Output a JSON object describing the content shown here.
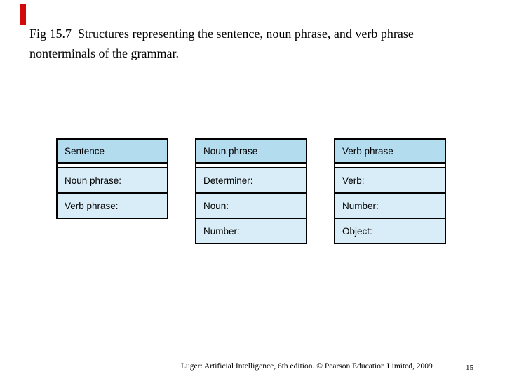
{
  "slide": {
    "accent_bar_color": "#d20a0a",
    "title_line1": "Fig 15.7  Structures representing the sentence, noun phrase, and verb phrase",
    "title_line2": "nonterminals of the grammar.",
    "footer": "Luger: Artificial Intelligence, 6th edition. © Pearson Education Limited, 2009",
    "page_number": "15"
  },
  "figure": {
    "colors": {
      "header_bg": "#b4dcef",
      "field_bg": "#d9edf8",
      "border": "#000000"
    },
    "structures": [
      {
        "header": "Sentence",
        "fields": [
          "Noun phrase:",
          "Verb phrase:"
        ]
      },
      {
        "header": "Noun phrase",
        "fields": [
          "Determiner:",
          "Noun:",
          "Number:"
        ]
      },
      {
        "header": "Verb phrase",
        "fields": [
          "Verb:",
          "Number:",
          "Object:"
        ]
      }
    ]
  }
}
